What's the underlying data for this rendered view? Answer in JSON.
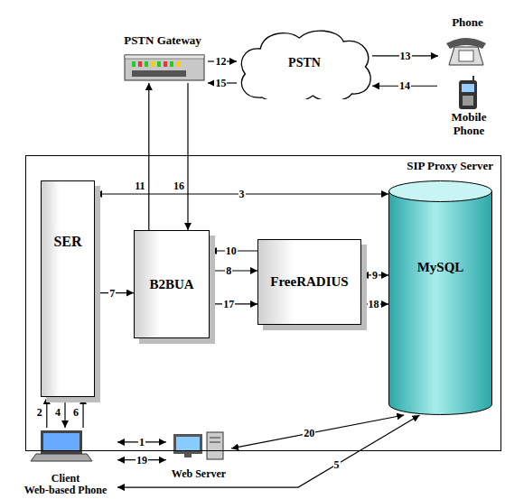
{
  "diagram": {
    "nodes": [
      {
        "text": [
          "SIP Proxy Server"
        ]
      },
      {
        "text": [
          "SER"
        ],
        "in": 0
      },
      {
        "text": [
          "B2BUA"
        ],
        "in": 0
      },
      {
        "text": [
          "FreeRADIUS"
        ],
        "in": 0
      },
      {
        "text": [
          "MySQL"
        ],
        "in": 0
      },
      {
        "text": [
          "PSTN Gateway"
        ]
      },
      {
        "text": [
          "PSTN"
        ]
      },
      {
        "text": [
          "Phone"
        ]
      },
      {
        "text": [
          "Mobile Phone"
        ]
      },
      {
        "text": [
          "Client",
          "Web-based Phone"
        ]
      },
      {
        "text": [
          "Web Server"
        ]
      }
    ],
    "edges": [
      {
        "from": 9,
        "to": 10,
        "arrow": "both",
        "label": "1"
      },
      {
        "from": 9,
        "to": 1,
        "arrow": "to",
        "label": "2"
      },
      {
        "from": 1,
        "to": 4,
        "arrow": "both",
        "label": "3"
      },
      {
        "from": 1,
        "to": 9,
        "arrow": "to",
        "label": "4"
      },
      {
        "from": 4,
        "to": 9,
        "arrow": "both",
        "label": "5"
      },
      {
        "from": 9,
        "to": 1,
        "arrow": "to",
        "label": "6"
      },
      {
        "from": 1,
        "to": 2,
        "arrow": "to",
        "label": "7"
      },
      {
        "from": 2,
        "to": 3,
        "arrow": "to",
        "label": "8"
      },
      {
        "from": 3,
        "to": 4,
        "arrow": "both",
        "label": "9"
      },
      {
        "from": 3,
        "to": 2,
        "arrow": "to",
        "label": "10"
      },
      {
        "from": 2,
        "to": 5,
        "arrow": "to",
        "label": "11"
      },
      {
        "from": 5,
        "to": 6,
        "arrow": "to",
        "label": "12"
      },
      {
        "from": 6,
        "to": 7,
        "arrow": "to",
        "label": "13"
      },
      {
        "from": 8,
        "to": 6,
        "arrow": "to",
        "label": "14"
      },
      {
        "from": 6,
        "to": 5,
        "arrow": "to",
        "label": "15"
      },
      {
        "from": 5,
        "to": 2,
        "arrow": "to",
        "label": "16"
      },
      {
        "from": 2,
        "to": 3,
        "arrow": "to",
        "label": "17"
      },
      {
        "from": 3,
        "to": 4,
        "arrow": "to",
        "label": "18"
      },
      {
        "from": 9,
        "to": 10,
        "arrow": "both",
        "label": "19"
      },
      {
        "from": 10,
        "to": 4,
        "arrow": "both",
        "label": "20"
      }
    ]
  }
}
